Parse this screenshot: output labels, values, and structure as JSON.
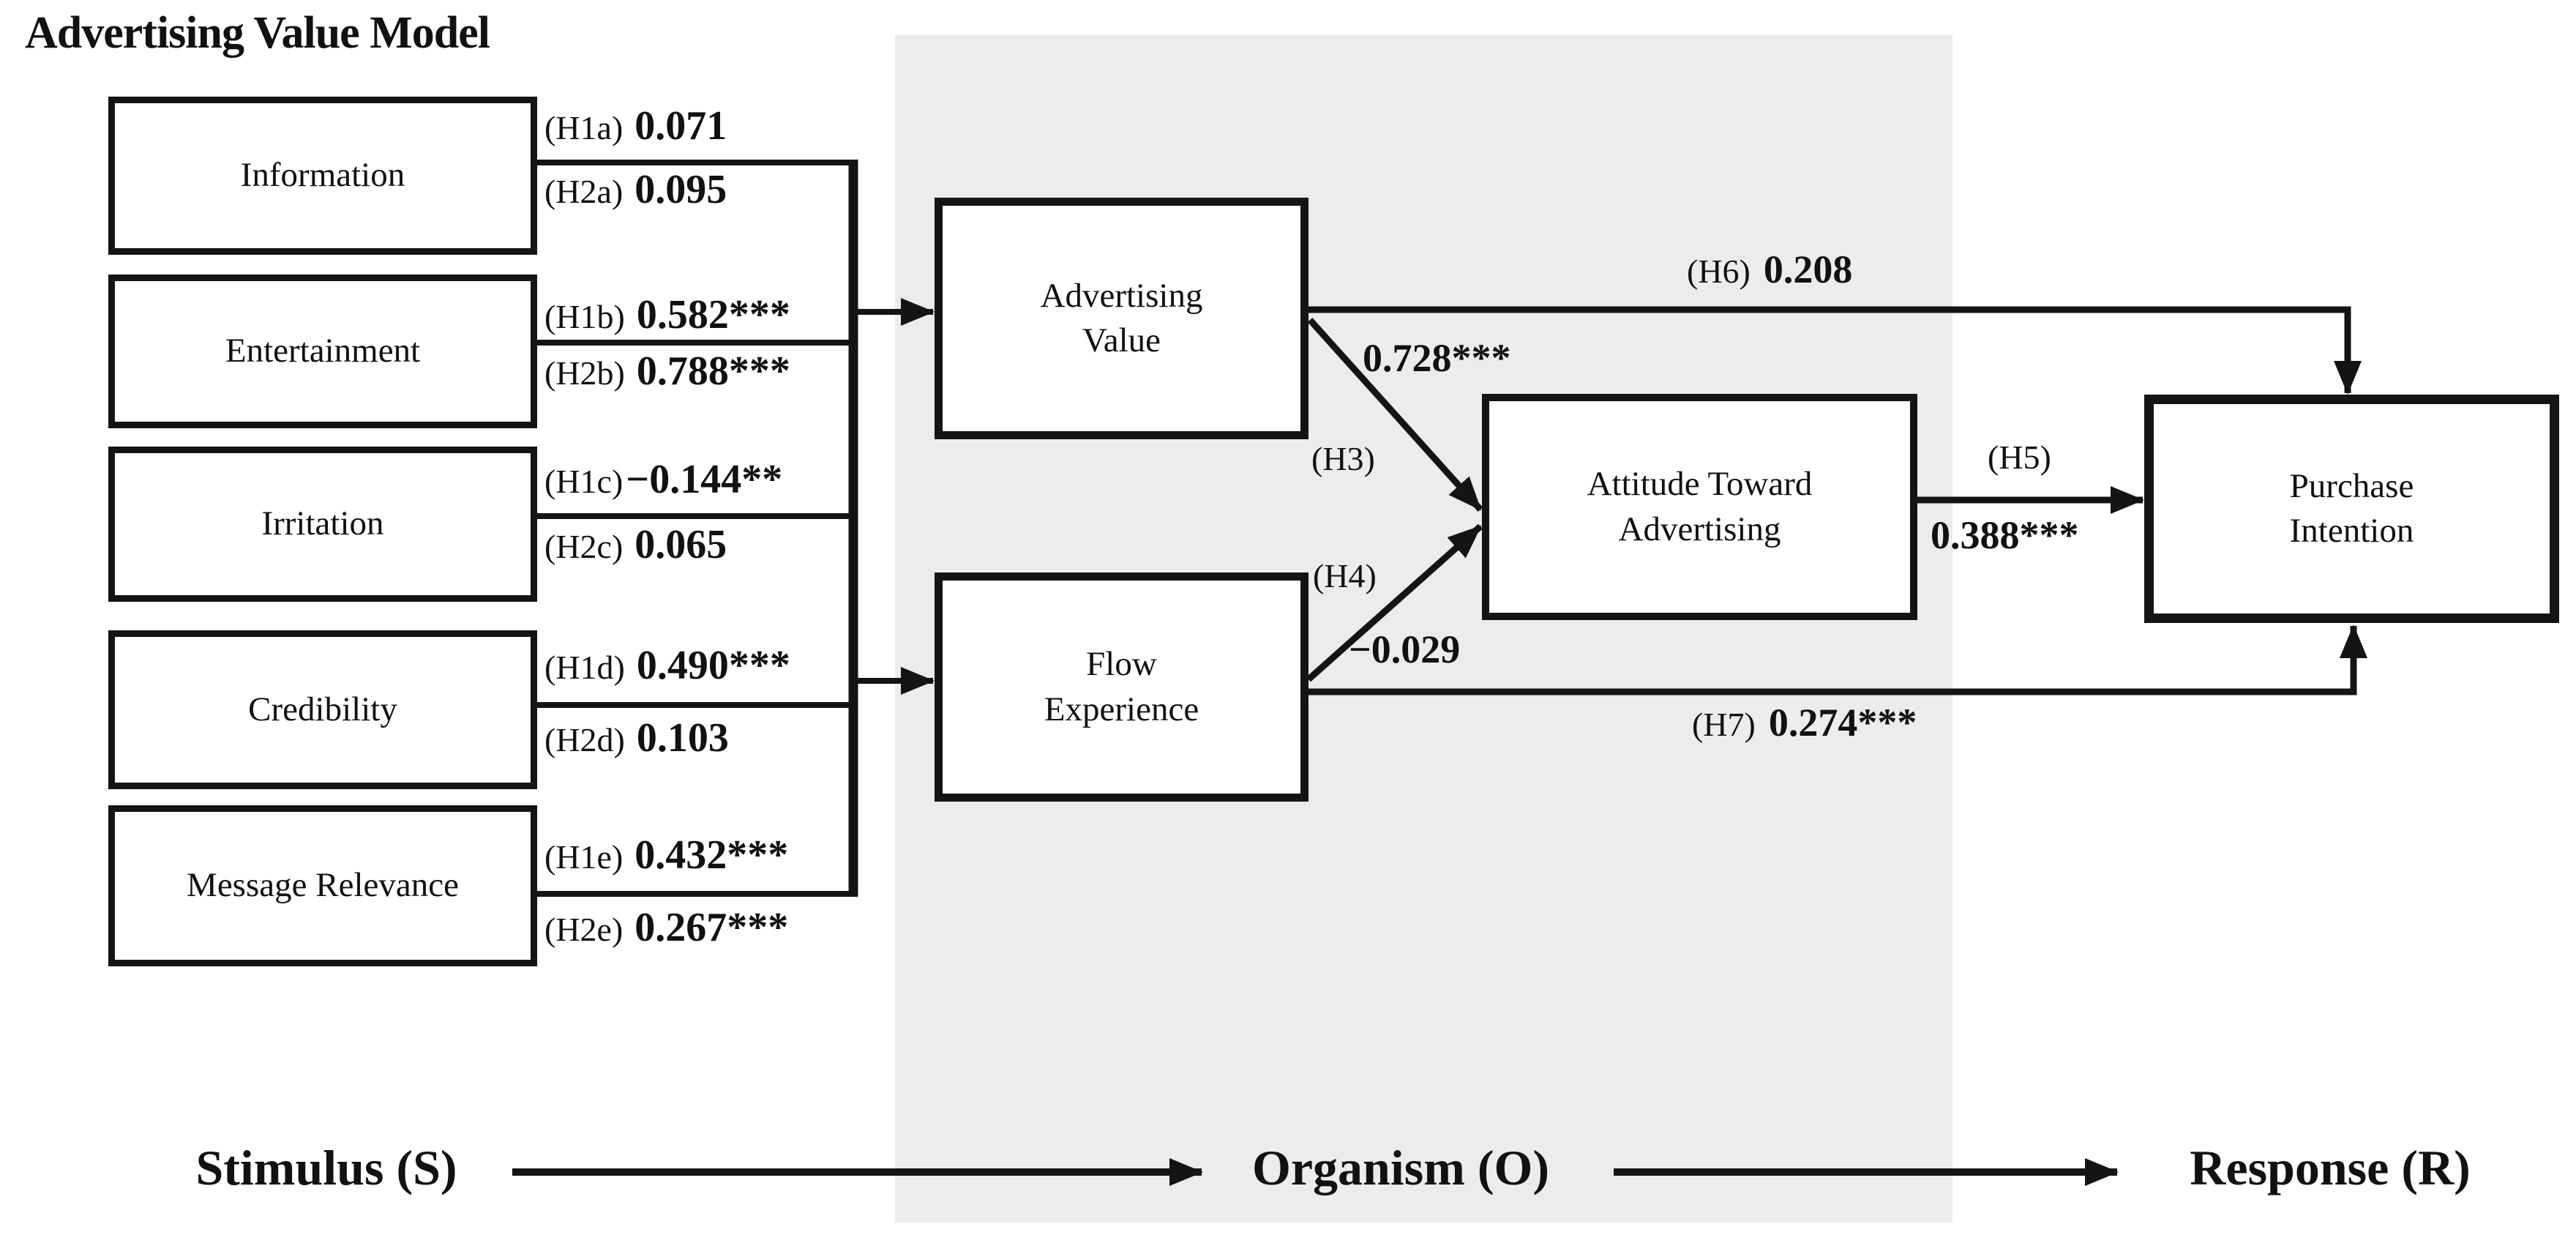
{
  "title": "Advertising Value Model",
  "colors": {
    "background": "#ffffff",
    "ink": "#141414",
    "organism_band": "#ececec"
  },
  "stimulus_boxes": [
    {
      "label": "Information",
      "h1": {
        "tag": "(H1a)",
        "value": "0.071"
      },
      "h2": {
        "tag": "(H2a)",
        "value": "0.095"
      }
    },
    {
      "label": "Entertainment",
      "h1": {
        "tag": "(H1b)",
        "value": "0.582***"
      },
      "h2": {
        "tag": "(H2b)",
        "value": "0.788***"
      }
    },
    {
      "label": "Irritation",
      "h1": {
        "tag": "(H1c)",
        "value": "−0.144**"
      },
      "h2": {
        "tag": "(H2c)",
        "value": "0.065"
      }
    },
    {
      "label": "Credibility",
      "h1": {
        "tag": "(H1d)",
        "value": "0.490***"
      },
      "h2": {
        "tag": "(H2d)",
        "value": "0.103"
      }
    },
    {
      "label": "Message Relevance",
      "h1": {
        "tag": "(H1e)",
        "value": "0.432***"
      },
      "h2": {
        "tag": "(H2e)",
        "value": "0.267***"
      }
    }
  ],
  "organism_boxes": {
    "advertising_value": "Advertising\nValue",
    "flow_experience": "Flow\nExperience",
    "attitude": "Attitude Toward\nAdvertising"
  },
  "response_boxes": {
    "purchase_intention": "Purchase\nIntention"
  },
  "paths": {
    "h6": {
      "tag": "(H6)",
      "value": "0.208"
    },
    "h3": {
      "tag": "(H3)",
      "value": "0.728***"
    },
    "h4": {
      "tag": "(H4)",
      "value": "−0.029"
    },
    "h5": {
      "tag": "(H5)",
      "value": "0.388***"
    },
    "h7": {
      "tag": "(H7)",
      "value": "0.274***"
    }
  },
  "sor_framework": {
    "stimulus": "Stimulus (S)",
    "organism": "Organism (O)",
    "response": "Response (R)"
  }
}
